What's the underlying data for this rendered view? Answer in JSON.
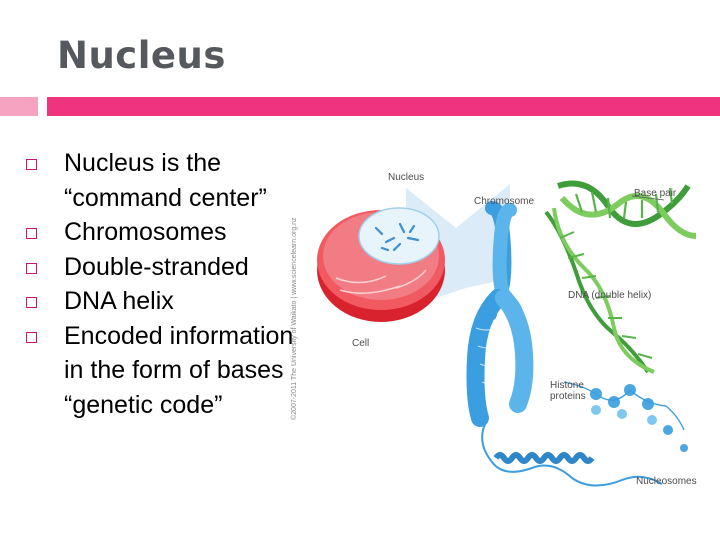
{
  "slide": {
    "title": "Nucleus",
    "bullets": [
      "Nucleus is the “command center”",
      "Chromosomes",
      "Double-stranded",
      "DNA helix",
      "Encoded information in the form of bases “genetic code”"
    ]
  },
  "figure": {
    "labels": {
      "nucleus": "Nucleus",
      "cell": "Cell",
      "chromosome": "Chromosome",
      "base_pair": "Base pair",
      "dna": "DNA (double helix)",
      "histone": "Histone proteins",
      "nucleosomes": "Nucleosomes"
    },
    "credit": "©2007-2011 The University of Waikato | www.sciencelearn.org.nz"
  },
  "colors": {
    "accent": "#f0337f",
    "accent_light": "#f6a3c2",
    "title": "#55585c",
    "cell_red": "#e62a3c",
    "chromosome_blue": "#4aa7e0",
    "dna_green": "#58b44a"
  }
}
